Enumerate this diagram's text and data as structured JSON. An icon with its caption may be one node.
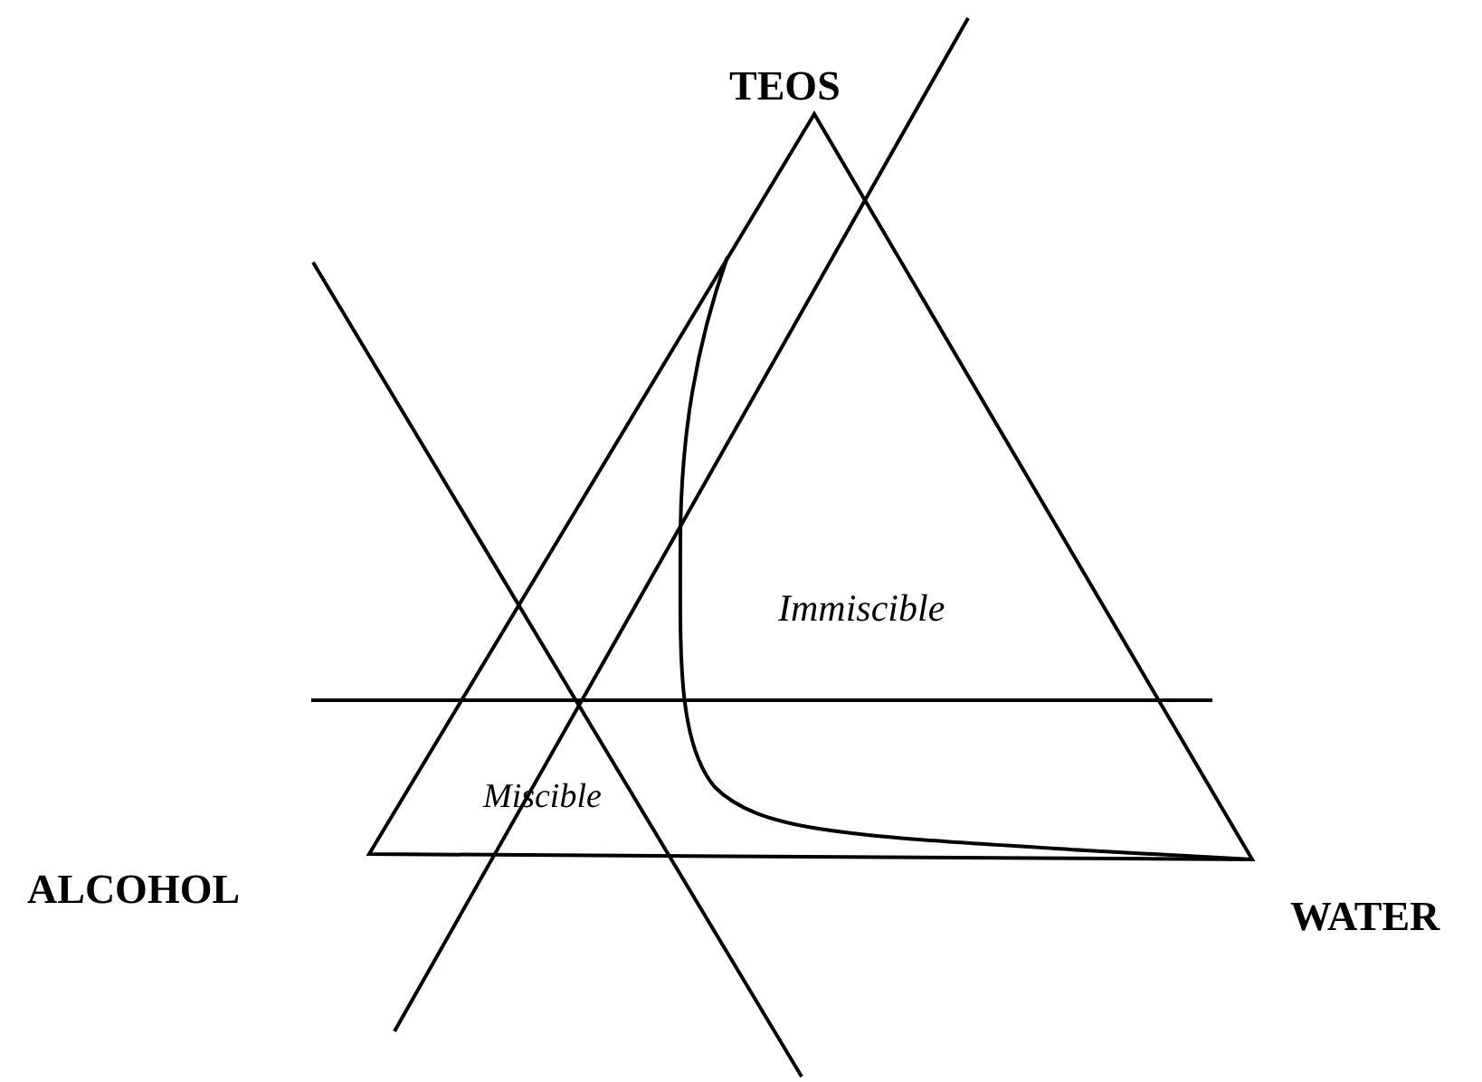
{
  "diagram": {
    "labels": [
      "TEOS",
      "Immiscible",
      "Miscible",
      "ALCOHOL",
      "WATER"
    ]
  }
}
